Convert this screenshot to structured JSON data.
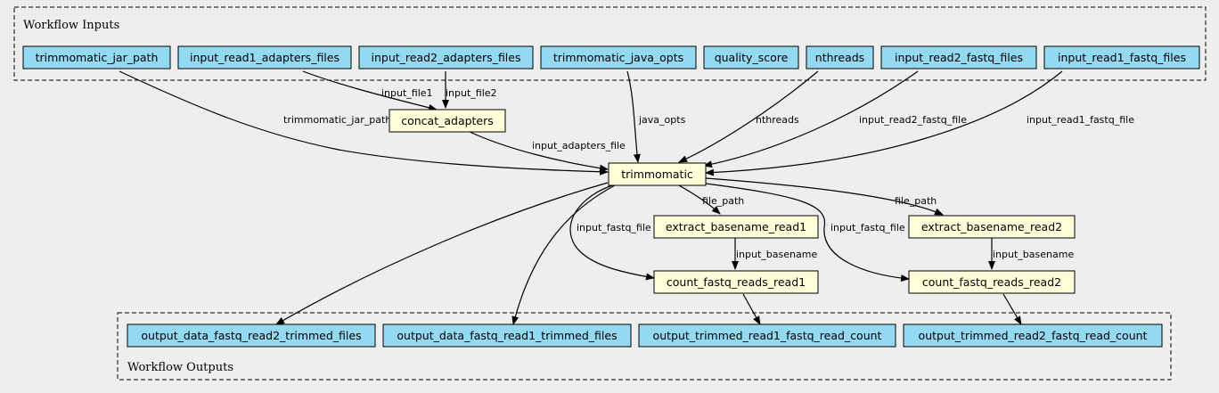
{
  "clusters": {
    "inputs": "Workflow Inputs",
    "outputs": "Workflow Outputs"
  },
  "nodes": {
    "trimmomatic_jar_path": "trimmomatic_jar_path",
    "input_read1_adapters_files": "input_read1_adapters_files",
    "input_read2_adapters_files": "input_read2_adapters_files",
    "trimmomatic_java_opts": "trimmomatic_java_opts",
    "quality_score": "quality_score",
    "nthreads": "nthreads",
    "input_read2_fastq_files": "input_read2_fastq_files",
    "input_read1_fastq_files": "input_read1_fastq_files",
    "concat_adapters": "concat_adapters",
    "trimmomatic": "trimmomatic",
    "extract_basename_read1": "extract_basename_read1",
    "extract_basename_read2": "extract_basename_read2",
    "count_fastq_reads_read1": "count_fastq_reads_read1",
    "count_fastq_reads_read2": "count_fastq_reads_read2",
    "output_data_fastq_read2_trimmed_files": "output_data_fastq_read2_trimmed_files",
    "output_data_fastq_read1_trimmed_files": "output_data_fastq_read1_trimmed_files",
    "output_trimmed_read1_fastq_read_count": "output_trimmed_read1_fastq_read_count",
    "output_trimmed_read2_fastq_read_count": "output_trimmed_read2_fastq_read_count"
  },
  "edge_labels": {
    "trimmomatic_jar_path": "trimmomatic_jar_path",
    "input_file1": "input_file1",
    "input_file2": "input_file2",
    "java_opts": "java_opts",
    "nthreads": "nthreads",
    "input_read2_fastq_file": "input_read2_fastq_file",
    "input_read1_fastq_file": "input_read1_fastq_file",
    "input_adapters_file": "input_adapters_file",
    "file_path_1": "file_path",
    "file_path_2": "file_path",
    "input_fastq_file_1": "input_fastq_file",
    "input_fastq_file_2": "input_fastq_file",
    "input_basename_1": "input_basename",
    "input_basename_2": "input_basename"
  }
}
